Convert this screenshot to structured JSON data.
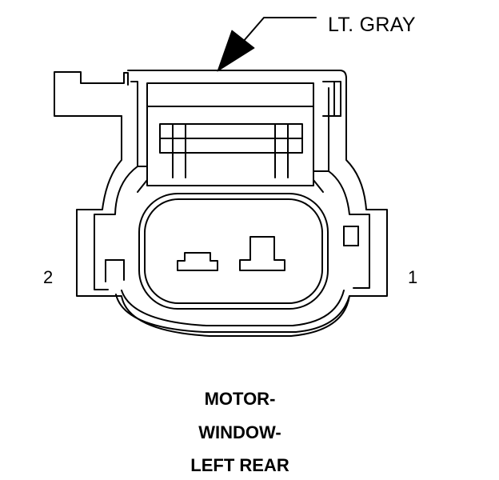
{
  "callout": {
    "color_label": "LT. GRAY"
  },
  "pins": {
    "left": "2",
    "right": "1"
  },
  "caption": {
    "line1": "MOTOR-",
    "line2": "WINDOW-",
    "line3": "LEFT REAR"
  },
  "colors": {
    "ink": "#000000",
    "background": "#ffffff"
  }
}
